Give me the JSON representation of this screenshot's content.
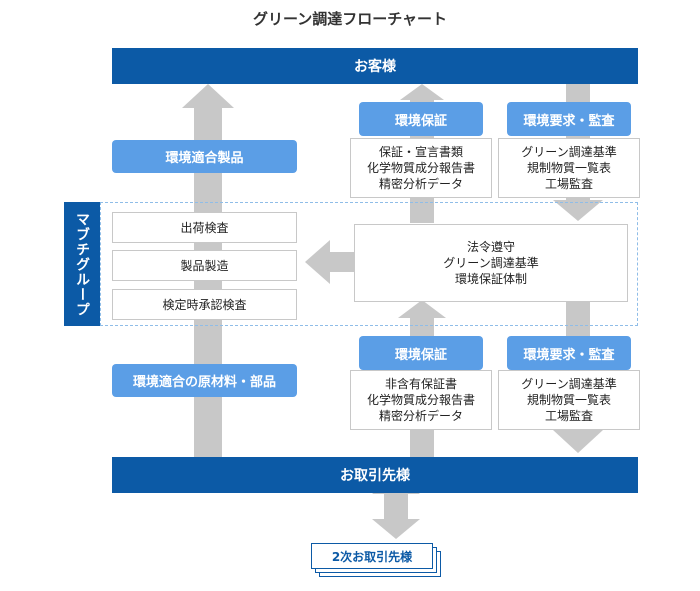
{
  "title": "グリーン調達フローチャート",
  "customer": "お客様",
  "supplier": "お取引先様",
  "secondary_supplier": "2次お取引先様",
  "group": "マブチグループ",
  "left": {
    "product_label": "環境適合製品",
    "material_label": "環境適合の原材料・部品",
    "processes": [
      "出荷検査",
      "製品製造",
      "検定時承認検査"
    ]
  },
  "center_box": [
    "法令遵守",
    "グリーン調達基準",
    "環境保証体制"
  ],
  "top": {
    "assurance_label": "環境保証",
    "assurance_docs": [
      "保証・宣言書類",
      "化学物質成分報告書",
      "精密分析データ"
    ],
    "requirements_label": "環境要求・監査",
    "requirements_docs": [
      "グリーン調達基準",
      "規制物質一覧表",
      "工場監査"
    ]
  },
  "bottom": {
    "assurance_label": "環境保証",
    "assurance_docs": [
      "非含有保証書",
      "化学物質成分報告書",
      "精密分析データ"
    ],
    "requirements_label": "環境要求・監査",
    "requirements_docs": [
      "グリーン調達基準",
      "規制物質一覧表",
      "工場監査"
    ]
  },
  "colors": {
    "primary": "#0c5aa6",
    "accent": "#5b9ee6",
    "arrow": "#c8c8c8",
    "dashed": "#8fbde8"
  }
}
